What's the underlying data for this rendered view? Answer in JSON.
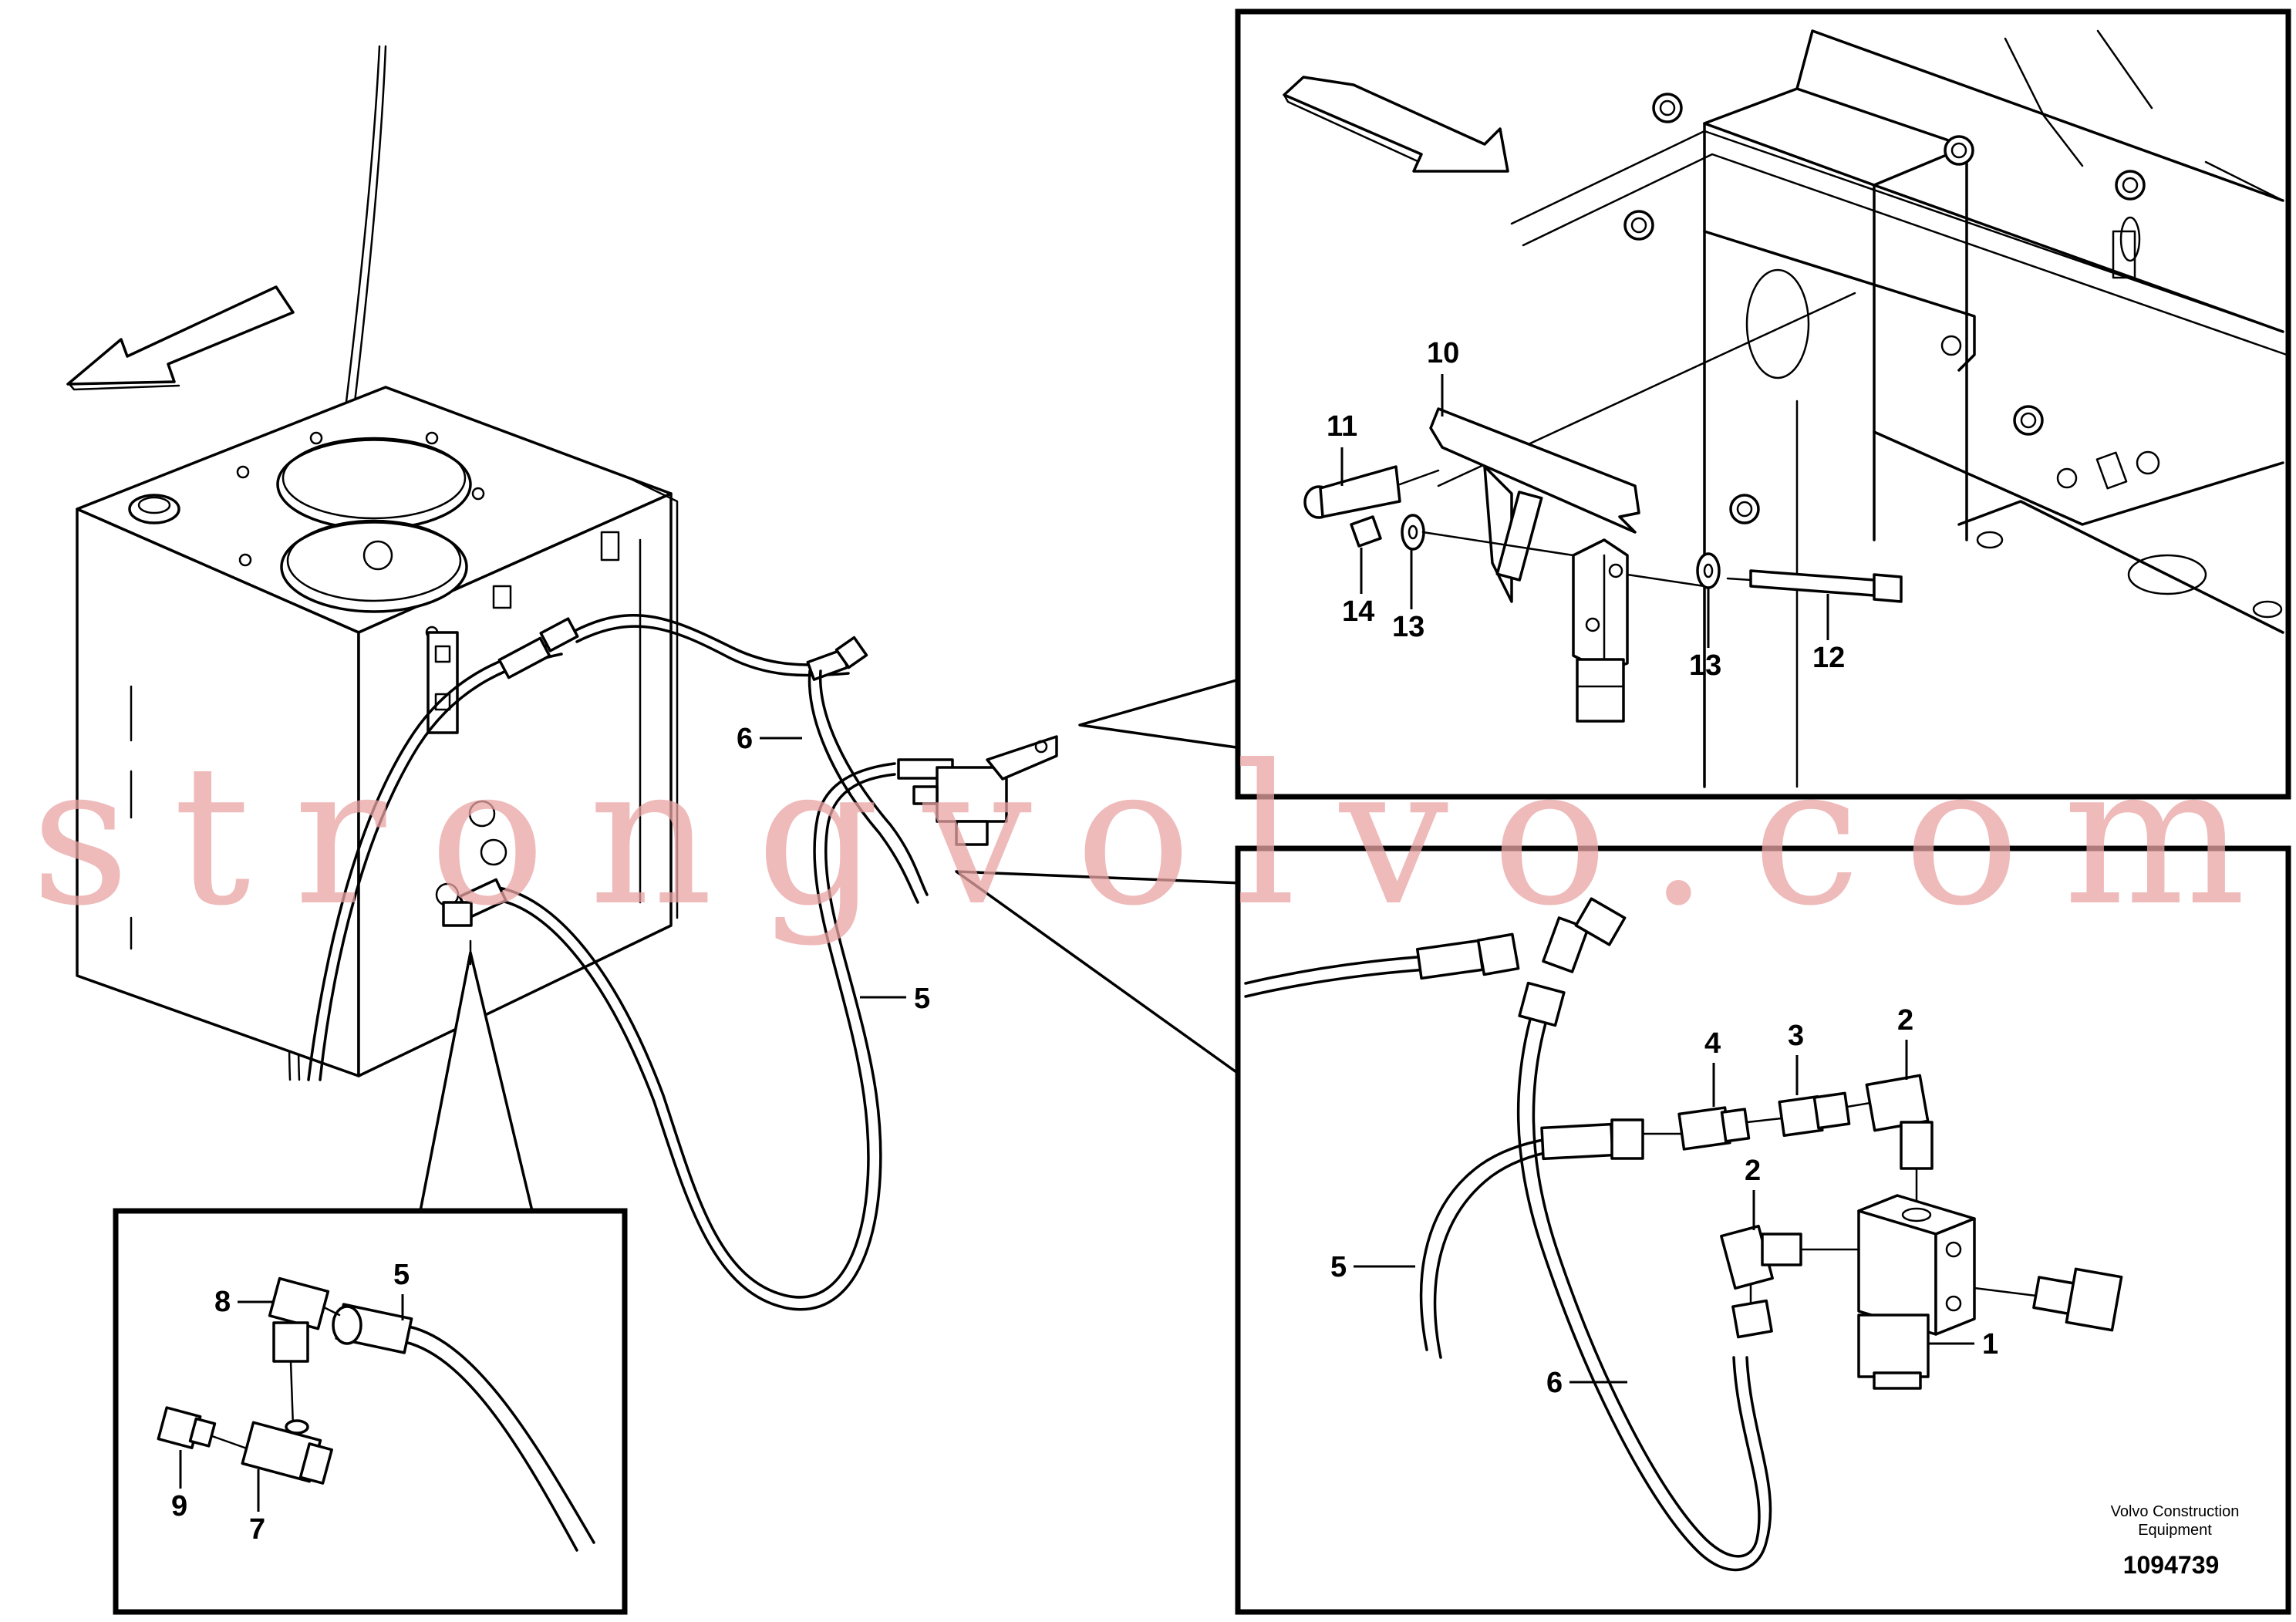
{
  "callouts": {
    "main": {
      "n5": "5",
      "n6": "6"
    },
    "bracket_detail": {
      "n10": "10",
      "n11": "11",
      "n12": "12",
      "n13a": "13",
      "n13b": "13",
      "n14": "14"
    },
    "valve_detail": {
      "n1": "1",
      "n2a": "2",
      "n2b": "2",
      "n3": "3",
      "n4": "4",
      "n5": "5",
      "n6": "6"
    },
    "tee_detail": {
      "n5": "5",
      "n7": "7",
      "n8": "8",
      "n9": "9"
    }
  },
  "footer": {
    "credit_line1": "Volvo Construction",
    "credit_line2": "Equipment",
    "document_number": "1094739"
  },
  "watermark": "strongvolvo.com",
  "icons": [
    "direction-arrow-icon",
    "direction-arrow-icon"
  ],
  "colors": {
    "line": "#000000",
    "background": "#ffffff",
    "watermark": "#e9a3a3"
  }
}
